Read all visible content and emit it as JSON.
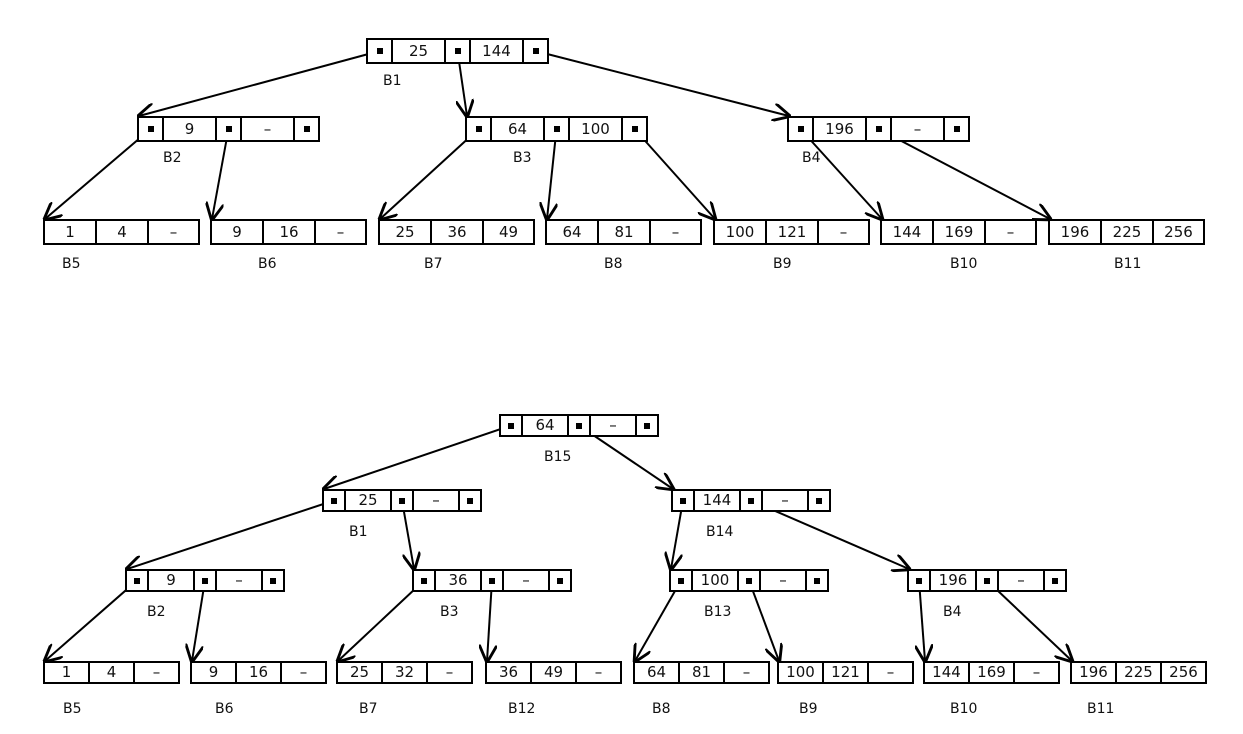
{
  "colors": {
    "line": "#000000",
    "background": "#ffffff"
  },
  "empty_symbol": "–",
  "top_tree": {
    "nodes": [
      {
        "id": "top-B1",
        "label": "B1",
        "type": "internal",
        "keys": [
          "25",
          "144"
        ]
      },
      {
        "id": "top-B2",
        "label": "B2",
        "type": "internal",
        "keys": [
          "9",
          "–"
        ]
      },
      {
        "id": "top-B3",
        "label": "B3",
        "type": "internal",
        "keys": [
          "64",
          "100"
        ]
      },
      {
        "id": "top-B4",
        "label": "B4",
        "type": "internal",
        "keys": [
          "196",
          "–"
        ]
      },
      {
        "id": "top-B5",
        "label": "B5",
        "type": "leaf",
        "keys": [
          "1",
          "4",
          "–"
        ]
      },
      {
        "id": "top-B6",
        "label": "B6",
        "type": "leaf",
        "keys": [
          "9",
          "16",
          "–"
        ]
      },
      {
        "id": "top-B7",
        "label": "B7",
        "type": "leaf",
        "keys": [
          "25",
          "36",
          "49"
        ]
      },
      {
        "id": "top-B8",
        "label": "B8",
        "type": "leaf",
        "keys": [
          "64",
          "81",
          "–"
        ]
      },
      {
        "id": "top-B9",
        "label": "B9",
        "type": "leaf",
        "keys": [
          "100",
          "121",
          "–"
        ]
      },
      {
        "id": "top-B10",
        "label": "B10",
        "type": "leaf",
        "keys": [
          "144",
          "169",
          "–"
        ]
      },
      {
        "id": "top-B11",
        "label": "B11",
        "type": "leaf",
        "keys": [
          "196",
          "225",
          "256"
        ]
      }
    ],
    "edges": [
      [
        "top-B1",
        0,
        "top-B2"
      ],
      [
        "top-B1",
        1,
        "top-B3"
      ],
      [
        "top-B1",
        2,
        "top-B4"
      ],
      [
        "top-B2",
        0,
        "top-B5"
      ],
      [
        "top-B2",
        1,
        "top-B6"
      ],
      [
        "top-B3",
        0,
        "top-B7"
      ],
      [
        "top-B3",
        1,
        "top-B8"
      ],
      [
        "top-B3",
        2,
        "top-B9"
      ],
      [
        "top-B4",
        0,
        "top-B10"
      ],
      [
        "top-B4",
        1,
        "top-B11"
      ]
    ]
  },
  "bottom_tree": {
    "nodes": [
      {
        "id": "bot-B15",
        "label": "B15",
        "type": "internal",
        "keys": [
          "64",
          "–"
        ]
      },
      {
        "id": "bot-B1",
        "label": "B1",
        "type": "internal",
        "keys": [
          "25",
          "–"
        ]
      },
      {
        "id": "bot-B14",
        "label": "B14",
        "type": "internal",
        "keys": [
          "144",
          "–"
        ]
      },
      {
        "id": "bot-B2",
        "label": "B2",
        "type": "internal",
        "keys": [
          "9",
          "–"
        ]
      },
      {
        "id": "bot-B3",
        "label": "B3",
        "type": "internal",
        "keys": [
          "36",
          "–"
        ]
      },
      {
        "id": "bot-B13",
        "label": "B13",
        "type": "internal",
        "keys": [
          "100",
          "–"
        ]
      },
      {
        "id": "bot-B4",
        "label": "B4",
        "type": "internal",
        "keys": [
          "196",
          "–"
        ]
      },
      {
        "id": "bot-B5",
        "label": "B5",
        "type": "leaf",
        "keys": [
          "1",
          "4",
          "–"
        ]
      },
      {
        "id": "bot-B6",
        "label": "B6",
        "type": "leaf",
        "keys": [
          "9",
          "16",
          "–"
        ]
      },
      {
        "id": "bot-B7",
        "label": "B7",
        "type": "leaf",
        "keys": [
          "25",
          "32",
          "–"
        ]
      },
      {
        "id": "bot-B12",
        "label": "B12",
        "type": "leaf",
        "keys": [
          "36",
          "49",
          "–"
        ]
      },
      {
        "id": "bot-B8",
        "label": "B8",
        "type": "leaf",
        "keys": [
          "64",
          "81",
          "–"
        ]
      },
      {
        "id": "bot-B9",
        "label": "B9",
        "type": "leaf",
        "keys": [
          "100",
          "121",
          "–"
        ]
      },
      {
        "id": "bot-B10",
        "label": "B10",
        "type": "leaf",
        "keys": [
          "144",
          "169",
          "–"
        ]
      },
      {
        "id": "bot-B11",
        "label": "B11",
        "type": "leaf",
        "keys": [
          "196",
          "225",
          "256"
        ]
      }
    ],
    "edges": [
      [
        "bot-B15",
        0,
        "bot-B1"
      ],
      [
        "bot-B15",
        1,
        "bot-B14"
      ],
      [
        "bot-B1",
        0,
        "bot-B2"
      ],
      [
        "bot-B1",
        1,
        "bot-B3"
      ],
      [
        "bot-B14",
        0,
        "bot-B13"
      ],
      [
        "bot-B14",
        1,
        "bot-B4"
      ],
      [
        "bot-B2",
        0,
        "bot-B5"
      ],
      [
        "bot-B2",
        1,
        "bot-B6"
      ],
      [
        "bot-B3",
        0,
        "bot-B7"
      ],
      [
        "bot-B3",
        1,
        "bot-B12"
      ],
      [
        "bot-B13",
        0,
        "bot-B8"
      ],
      [
        "bot-B13",
        1,
        "bot-B9"
      ],
      [
        "bot-B4",
        0,
        "bot-B10"
      ],
      [
        "bot-B4",
        1,
        "bot-B11"
      ]
    ]
  }
}
